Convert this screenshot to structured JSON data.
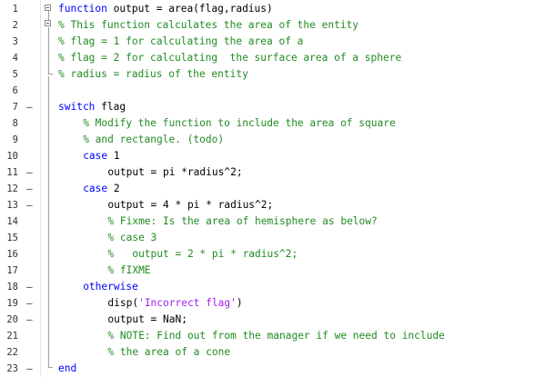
{
  "editor": {
    "lines": [
      {
        "num": "1",
        "mark": "",
        "indent": 0,
        "tokens": [
          {
            "t": "kw",
            "v": "function"
          },
          {
            "t": "plain",
            "v": " output = area(flag,radius)"
          }
        ]
      },
      {
        "num": "2",
        "mark": "",
        "indent": 0,
        "tokens": [
          {
            "t": "cm",
            "v": "% This function calculates the area of the entity"
          }
        ]
      },
      {
        "num": "3",
        "mark": "",
        "indent": 0,
        "tokens": [
          {
            "t": "cm",
            "v": "% flag = 1 for calculating the area of a"
          }
        ]
      },
      {
        "num": "4",
        "mark": "",
        "indent": 0,
        "tokens": [
          {
            "t": "cm",
            "v": "% flag = 2 for calculating  the surface area of a sphere"
          }
        ]
      },
      {
        "num": "5",
        "mark": "",
        "indent": 0,
        "tokens": [
          {
            "t": "cm",
            "v": "% radius = radius of the entity"
          }
        ]
      },
      {
        "num": "6",
        "mark": "",
        "indent": 0,
        "tokens": []
      },
      {
        "num": "7",
        "mark": "–",
        "indent": 0,
        "tokens": [
          {
            "t": "kw",
            "v": "switch"
          },
          {
            "t": "plain",
            "v": " flag"
          }
        ]
      },
      {
        "num": "8",
        "mark": "",
        "indent": 4,
        "tokens": [
          {
            "t": "cm",
            "v": "% Modify the function to include the area of square"
          }
        ]
      },
      {
        "num": "9",
        "mark": "",
        "indent": 4,
        "tokens": [
          {
            "t": "cm",
            "v": "% and rectangle. (todo)"
          }
        ]
      },
      {
        "num": "10",
        "mark": "",
        "indent": 4,
        "tokens": [
          {
            "t": "kw",
            "v": "case"
          },
          {
            "t": "plain",
            "v": " 1"
          }
        ]
      },
      {
        "num": "11",
        "mark": "–",
        "indent": 8,
        "tokens": [
          {
            "t": "plain",
            "v": "output = pi *radius^2;"
          }
        ]
      },
      {
        "num": "12",
        "mark": "–",
        "indent": 4,
        "tokens": [
          {
            "t": "kw",
            "v": "case"
          },
          {
            "t": "plain",
            "v": " 2"
          }
        ]
      },
      {
        "num": "13",
        "mark": "–",
        "indent": 8,
        "tokens": [
          {
            "t": "plain",
            "v": "output = 4 * pi * radius^2;"
          }
        ]
      },
      {
        "num": "14",
        "mark": "",
        "indent": 8,
        "tokens": [
          {
            "t": "cm",
            "v": "% Fixme: Is the area of hemisphere as below?"
          }
        ]
      },
      {
        "num": "15",
        "mark": "",
        "indent": 8,
        "tokens": [
          {
            "t": "cm",
            "v": "% case 3"
          }
        ]
      },
      {
        "num": "16",
        "mark": "",
        "indent": 8,
        "tokens": [
          {
            "t": "cm",
            "v": "%   output = 2 * pi * radius^2;"
          }
        ]
      },
      {
        "num": "17",
        "mark": "",
        "indent": 8,
        "tokens": [
          {
            "t": "cm",
            "v": "% fIXME"
          }
        ]
      },
      {
        "num": "18",
        "mark": "–",
        "indent": 4,
        "tokens": [
          {
            "t": "kw",
            "v": "otherwise"
          }
        ]
      },
      {
        "num": "19",
        "mark": "–",
        "indent": 8,
        "tokens": [
          {
            "t": "plain",
            "v": "disp("
          },
          {
            "t": "st",
            "v": "'Incorrect flag'"
          },
          {
            "t": "plain",
            "v": ")"
          }
        ]
      },
      {
        "num": "20",
        "mark": "–",
        "indent": 8,
        "tokens": [
          {
            "t": "plain",
            "v": "output = NaN;"
          }
        ]
      },
      {
        "num": "21",
        "mark": "",
        "indent": 8,
        "tokens": [
          {
            "t": "cm",
            "v": "% NOTE: Find out from the manager if we need to include"
          }
        ]
      },
      {
        "num": "22",
        "mark": "",
        "indent": 8,
        "tokens": [
          {
            "t": "cm",
            "v": "% the area of a cone"
          }
        ]
      },
      {
        "num": "23",
        "mark": "–",
        "indent": 0,
        "tokens": [
          {
            "t": "kw",
            "v": "end"
          }
        ]
      }
    ]
  }
}
